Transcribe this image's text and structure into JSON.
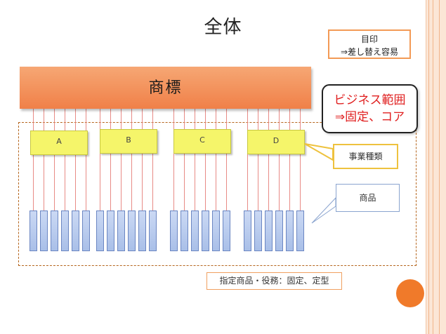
{
  "title": "全体",
  "brand_label": "商標",
  "mark_callout": {
    "line1": "目印",
    "line2": "⇒差し替え容易"
  },
  "business_scope": {
    "line1": "ビジネス範囲",
    "line2": "⇒固定、コア"
  },
  "categories": [
    "A",
    "B",
    "C",
    "D"
  ],
  "labels": {
    "business_type": "事業種類",
    "product": "商品",
    "designated": "指定商品・役務：固定、定型"
  },
  "colors": {
    "brand_bar": "#f08048",
    "category_fill": "#f5f56a",
    "product_fill": "#b8c9ee",
    "scope_text": "#e02020",
    "accent_dot": "#f07a2a"
  }
}
